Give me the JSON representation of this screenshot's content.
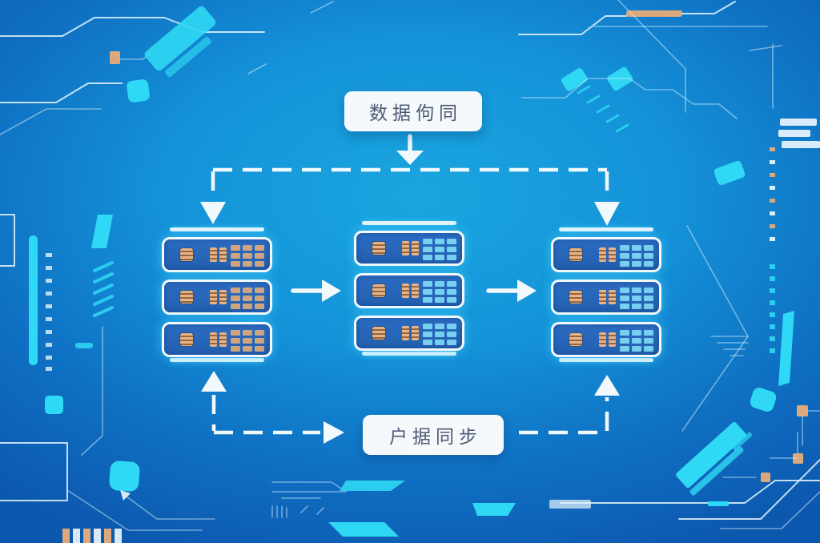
{
  "labels": {
    "top_sync": "数据佝同",
    "bottom_sync": "户据同步"
  },
  "diagram": {
    "racks": [
      {
        "name": "left-server-rack",
        "units": 3,
        "led_tone": "amber"
      },
      {
        "name": "middle-server-rack",
        "units": 3,
        "led_tone": "cyan"
      },
      {
        "name": "right-server-rack",
        "units": 3,
        "led_tone": "cyan"
      }
    ],
    "arrows": [
      "top-label-down",
      "fanout-left-down",
      "fanout-right-down",
      "left-to-middle-right",
      "middle-to-right-right",
      "bottom-left-up-into-left-rack",
      "bottom-left-right-into-label",
      "bottom-right-up-into-right-rack"
    ]
  },
  "colors": {
    "accent_cyan": "#2fd8f4",
    "chip_tan": "#dca87c",
    "server_fill": "#2b6cc2",
    "line_white": "#f2f9fd",
    "label_text": "#4e5a74",
    "bg_center": "#1aa6e0",
    "bg_edge": "#0c58ae"
  }
}
